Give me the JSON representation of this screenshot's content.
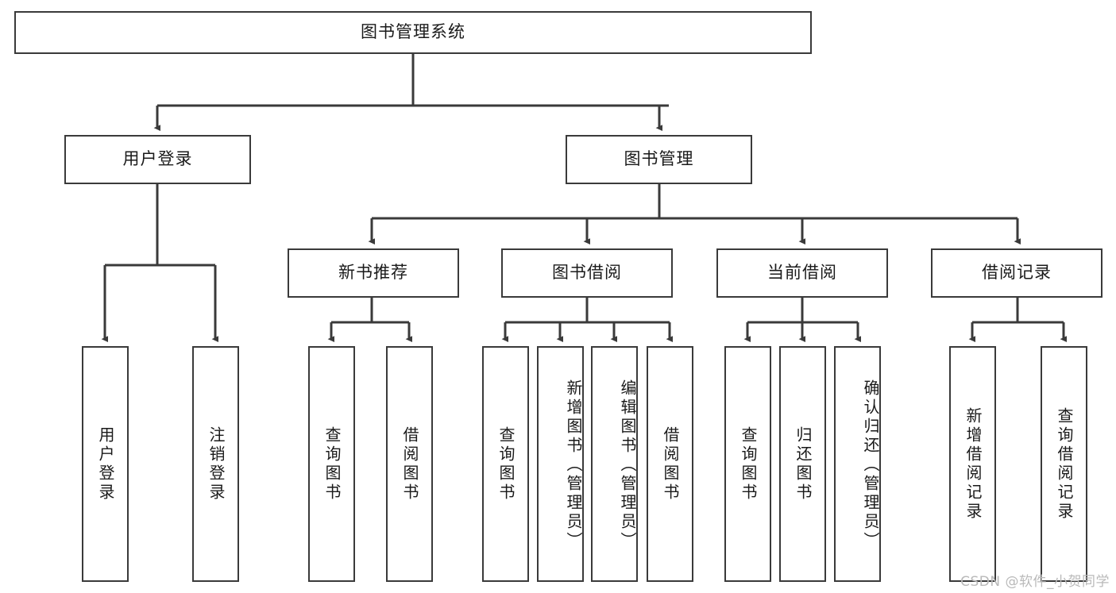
{
  "diagram": {
    "title": "图书管理系统",
    "type": "hierarchy-tree",
    "colors": {
      "border": "#3a3a3a",
      "background": "#ffffff",
      "text": "#1a1a1a",
      "connector": "#3a3a3a",
      "watermark": "#b9b9b9"
    },
    "root": {
      "label": "图书管理系统"
    },
    "level2": [
      {
        "label": "用户登录"
      },
      {
        "label": "图书管理"
      }
    ],
    "level3": [
      {
        "label": "新书推荐"
      },
      {
        "label": "图书借阅"
      },
      {
        "label": "当前借阅"
      },
      {
        "label": "借阅记录"
      }
    ],
    "leaves": {
      "user_login": [
        {
          "label": "用户登录"
        },
        {
          "label": "注销登录"
        }
      ],
      "new_book_recommend": [
        {
          "label": "查询图书"
        },
        {
          "label": "借阅图书"
        }
      ],
      "book_borrow": [
        {
          "label": "查询图书"
        },
        {
          "label": "新增图书（管理员）"
        },
        {
          "label": "编辑图书（管理员）"
        },
        {
          "label": "借阅图书"
        }
      ],
      "current_borrow": [
        {
          "label": "查询图书"
        },
        {
          "label": "归还图书"
        },
        {
          "label": "确认归还（管理员）"
        }
      ],
      "borrow_record": [
        {
          "label": "新增借阅记录"
        },
        {
          "label": "查询借阅记录"
        }
      ]
    }
  },
  "watermark": {
    "text": "CSDN @软件_小贺同学"
  }
}
